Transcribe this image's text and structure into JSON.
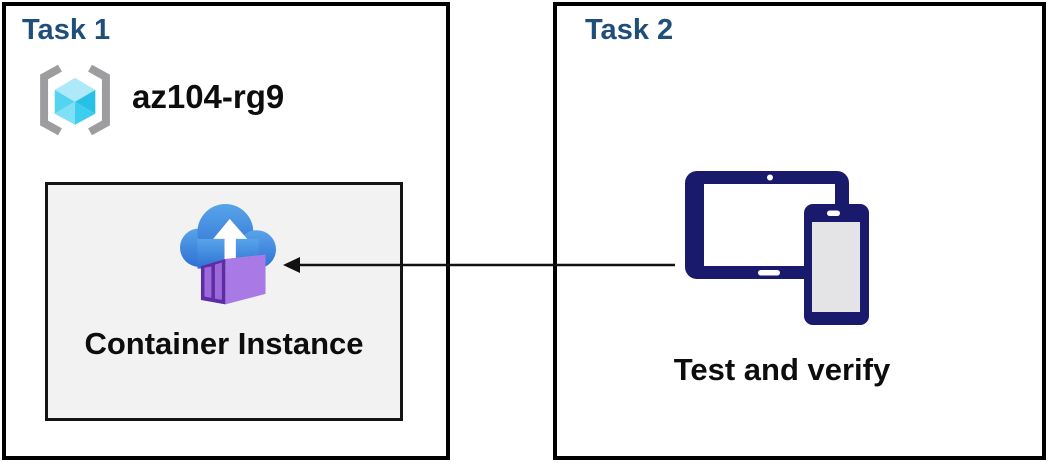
{
  "task1": {
    "title": "Task 1",
    "resource_group": {
      "name": "az104-rg9",
      "icon": "resource-group-icon"
    },
    "container": {
      "label": "Container Instance",
      "icon": "container-instance-icon"
    }
  },
  "task2": {
    "title": "Task 2",
    "devices": {
      "label": "Test and verify",
      "icon": "devices-icon"
    }
  },
  "arrow": {
    "from": "task2-devices",
    "to": "task1-container-instance",
    "direction": "left"
  },
  "colors": {
    "title_blue": "#1F4E79",
    "text_black": "#0d0d0d",
    "box_border": "#000000",
    "container_box_bg": "#f2f2f2",
    "device_navy": "#1a1a6c",
    "device_screen_gray": "#e4e4e6",
    "cloud_blue_top": "#58a4ea",
    "cloud_blue_bottom": "#2f70d3",
    "container_purple_dark": "#5d2ea3",
    "container_purple_door": "#9d68da",
    "container_purple_side": "#a97ae6",
    "container_purple_top": "#b98ced",
    "bracket_gray": "#9d9d9f",
    "cube_cyan_top": "#ade9f8",
    "cube_cyan_left": "#55d4f1",
    "cube_cyan_left_inner": "#7fe0f5",
    "cube_cyan_right_inner": "#3ecdee",
    "cube_cyan_right": "#28c0e7"
  }
}
